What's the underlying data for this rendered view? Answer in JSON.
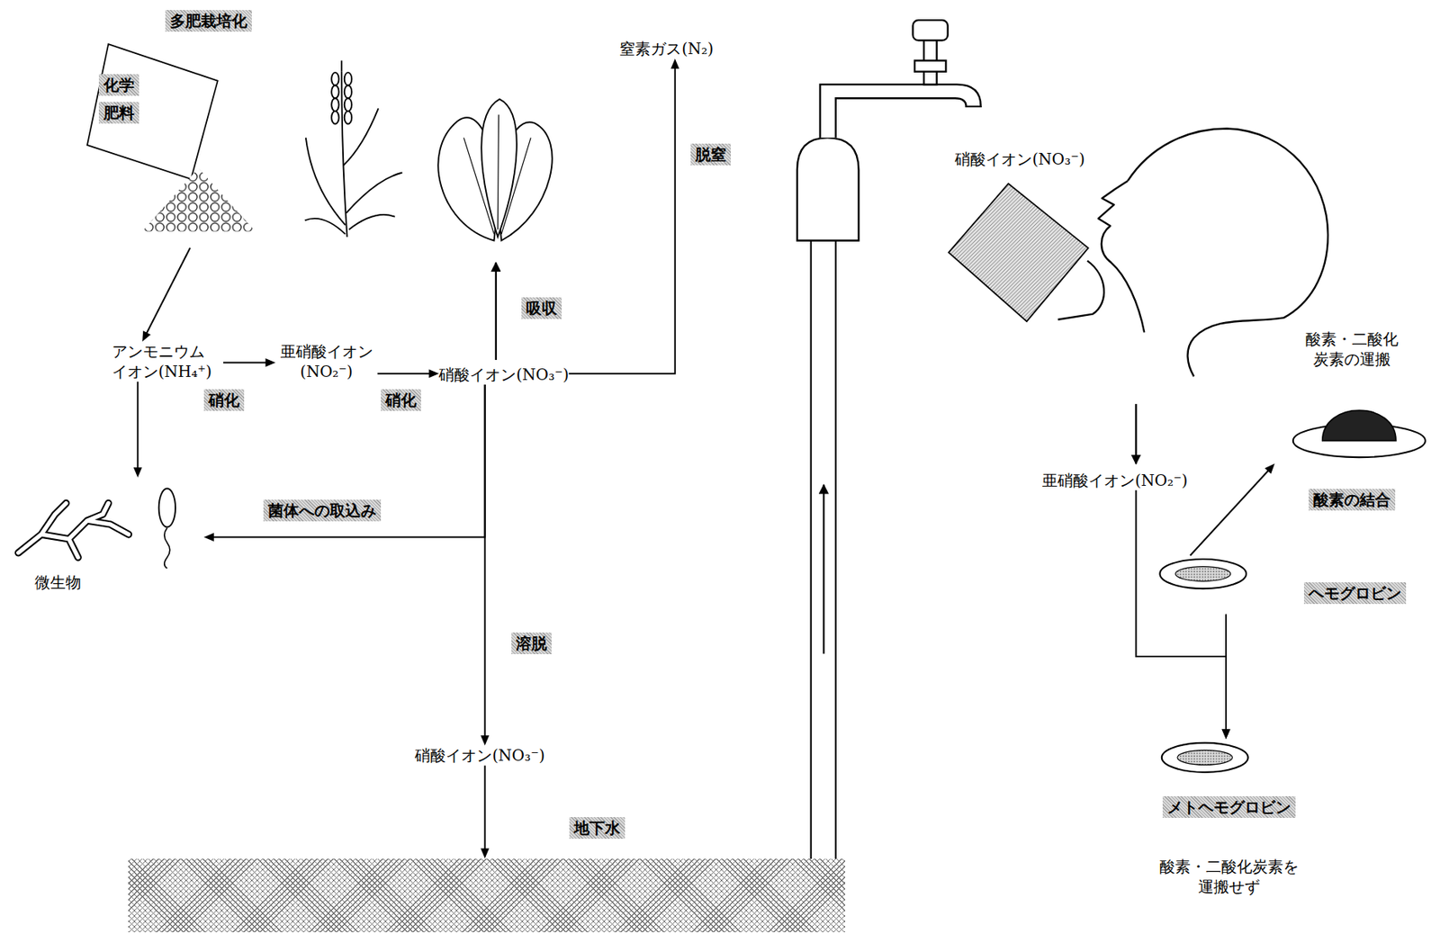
{
  "diagram": {
    "title": "多肥栽培化",
    "nodes": [
      {
        "text": [
          "化学 肥料"
        ]
      },
      {
        "text": [
          "アンモニウム イオン(NH₄⁺)"
        ]
      },
      {
        "text": [
          "亜硝酸イオン (NO₂⁻)"
        ]
      },
      {
        "text": [
          "硝酸イオン(NO₃⁻)"
        ]
      },
      {
        "text": [
          "窒素ガス(N₂)"
        ]
      },
      {
        "text": [
          "微生物"
        ]
      },
      {
        "text": [
          "硝酸イオン(NO₃⁻)"
        ]
      },
      {
        "text": [
          "地下水"
        ]
      },
      {
        "text": [
          "酸素・二酸化 炭素の運搬",
          "酸素の結合"
        ]
      },
      {
        "text": [
          "亜硝酸イオン(NO₂⁻)"
        ]
      },
      {
        "text": [
          "ヘモグロビン"
        ]
      },
      {
        "text": [
          "メトヘモグロビン",
          "酸素・二酸化炭素を 運搬せず"
        ]
      }
    ],
    "edges": [
      {
        "from": 0,
        "to": 1,
        "arrow": "to"
      },
      {
        "from": 1,
        "to": 2,
        "label": "硝化",
        "arrow": "to"
      },
      {
        "from": 2,
        "to": 3,
        "label": "硝化",
        "arrow": "to"
      },
      {
        "from": 3,
        "to": 4,
        "label": "脱窒",
        "arrow": "to"
      },
      {
        "from": 1,
        "to": 5,
        "arrow": "to"
      },
      {
        "from": 3,
        "to": 5,
        "label": "菌体への取込み",
        "arrow": "to"
      },
      {
        "from": 3,
        "to": 6,
        "label": "溶脱",
        "arrow": "to"
      },
      {
        "from": 6,
        "to": 7,
        "arrow": "to"
      },
      {
        "from": 9,
        "to": 11,
        "arrow": "to"
      },
      {
        "from": 10,
        "to": 11,
        "arrow": "to"
      },
      {
        "from": 10,
        "to": 8,
        "arrow": "to"
      }
    ],
    "labels": [
      "吸収",
      "硝酸イオン(NO₃⁻)"
    ]
  }
}
